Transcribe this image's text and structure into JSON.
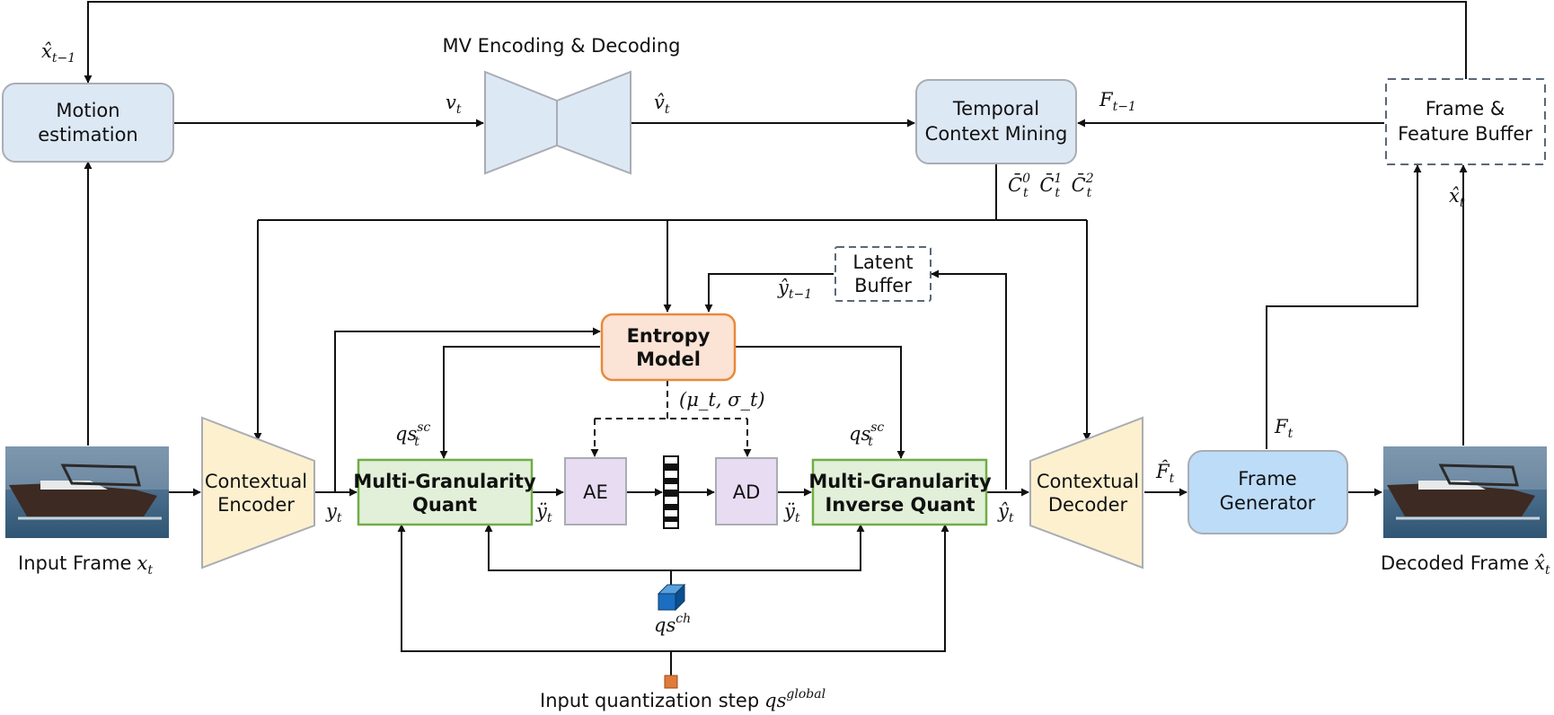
{
  "title": "MV Encoding & Decoding",
  "blocks": {
    "motion_estimation": [
      "Motion",
      "estimation"
    ],
    "temporal_context_mining": [
      "Temporal",
      "Context Mining"
    ],
    "frame_feature_buffer": [
      "Frame &",
      "Feature Buffer"
    ],
    "latent_buffer": [
      "Latent",
      "Buffer"
    ],
    "entropy_model": [
      "Entropy",
      "Model"
    ],
    "contextual_encoder": [
      "Contextual",
      "Encoder"
    ],
    "contextual_decoder": [
      "Contextual",
      "Decoder"
    ],
    "mg_quant": [
      "Multi-Granularity",
      "Quant"
    ],
    "mg_inverse_quant": [
      "Multi-Granularity",
      "Inverse Quant"
    ],
    "ae": "AE",
    "ad": "AD",
    "frame_generator": [
      "Frame",
      "Generator"
    ]
  },
  "captions": {
    "input_frame": "Input Frame",
    "decoded_frame": "Decoded Frame",
    "input_qstep": "Input quantization step"
  },
  "symbols": {
    "x_hat_prev": {
      "base": "x̂",
      "sub": "t−1"
    },
    "v_t": {
      "base": "v",
      "sub": "t"
    },
    "v_hat_t": {
      "base": "v̂",
      "sub": "t"
    },
    "F_prev": {
      "base": "F",
      "sub": "t−1"
    },
    "contexts": {
      "base": "C̄",
      "sub": "t",
      "sups": [
        "0",
        "1",
        "2"
      ]
    },
    "x_hat_t": {
      "base": "x̂",
      "sub": "t"
    },
    "y_hat_prev": {
      "base": "ŷ",
      "sub": "t−1"
    },
    "mu_sigma": "(μ_t, σ_t)",
    "qs_sc": {
      "base": "qs",
      "sub": "t",
      "sup": "sc"
    },
    "y_t": {
      "base": "y",
      "sub": "t"
    },
    "y_ddot": {
      "base": "ÿ",
      "sub": "t"
    },
    "y_hat_t": {
      "base": "ŷ",
      "sub": "t"
    },
    "F_hat_t": {
      "base": "F̂",
      "sub": "t"
    },
    "F_t": {
      "base": "F",
      "sub": "t"
    },
    "x_t": {
      "base": "x",
      "sub": "t"
    },
    "qs_ch": {
      "base": "qs",
      "sup": "ch"
    },
    "qs_global": {
      "base": "qs",
      "sup": "global"
    }
  },
  "colors": {
    "blue_block": "#dde8f5",
    "blue_border": "#a9adb3",
    "entropy_fill": "#fbe3d5",
    "entropy_border": "#e8893b",
    "quant_fill": "#e2f0d9",
    "quant_border": "#70ad47",
    "codec_fill": "#fdf0cf",
    "ae_fill": "#e7dcf2",
    "frame_gen_fill": "#bcdcf8",
    "dashed_border": "#5b6778"
  }
}
